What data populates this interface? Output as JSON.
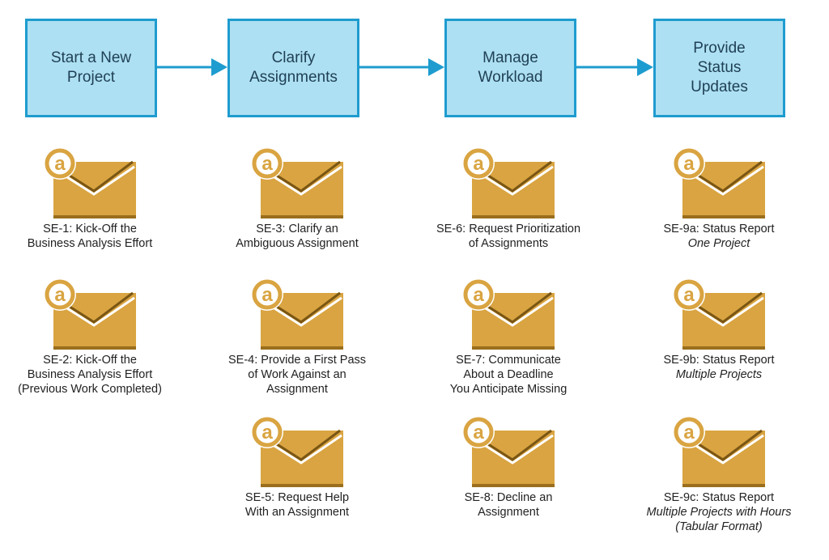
{
  "stages": [
    {
      "label": "Start a New\nProject"
    },
    {
      "label": "Clarify\nAssignments"
    },
    {
      "label": "Manage\nWorkload"
    },
    {
      "label": "Provide\nStatus\nUpdates"
    }
  ],
  "colors": {
    "box_fill": "#ade0f2",
    "box_border": "#1e9ccf",
    "arrow": "#1e9ccf",
    "envelope": "#d9a441",
    "envelope_dark": "#9a6e1c",
    "text": "#222222"
  },
  "icon": "email-envelope-at-icon",
  "templates": [
    [
      {
        "title": "SE-1: Kick-Off the\nBusiness Analysis Effort"
      },
      {
        "title": "SE-2: Kick-Off the\nBusiness Analysis Effort\n(Previous Work Completed)"
      }
    ],
    [
      {
        "title": "SE-3: Clarify an\nAmbiguous Assignment"
      },
      {
        "title": "SE-4: Provide a First Pass\nof Work Against an\nAssignment"
      },
      {
        "title": "SE-5: Request Help\nWith an Assignment"
      }
    ],
    [
      {
        "title": "SE-6: Request Prioritization\nof Assignments"
      },
      {
        "title": "SE-7: Communicate\nAbout a Deadline\nYou Anticipate Missing"
      },
      {
        "title": "SE-8: Decline an\nAssignment"
      }
    ],
    [
      {
        "title": "SE-9a: Status Report",
        "subtitle": "One Project"
      },
      {
        "title": "SE-9b: Status Report",
        "subtitle": "Multiple Projects"
      },
      {
        "title": "SE-9c: Status Report",
        "subtitle": "Multiple Projects with Hours",
        "subtitle2": "(Tabular Format)"
      }
    ]
  ]
}
